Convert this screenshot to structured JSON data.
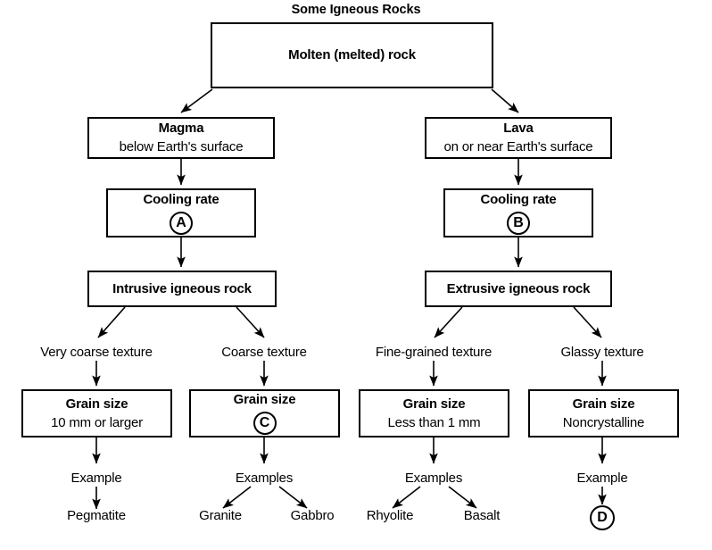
{
  "diagram": {
    "title": "Some Igneous Rocks",
    "root": {
      "label": "Molten (melted) rock"
    },
    "branches": [
      {
        "source": {
          "title": "Magma",
          "subtitle": "below Earth's surface"
        },
        "cooling": {
          "title": "Cooling rate",
          "value": "A"
        },
        "rock": {
          "label": "Intrusive igneous rock"
        },
        "textures": [
          {
            "texture": "Very coarse texture",
            "grain": {
              "title": "Grain size",
              "value": "10 mm or larger"
            },
            "example_label": "Example",
            "examples": [
              "Pegmatite"
            ]
          },
          {
            "texture": "Coarse texture",
            "grain": {
              "title": "Grain size",
              "value": "C"
            },
            "example_label": "Examples",
            "examples": [
              "Granite",
              "Gabbro"
            ]
          }
        ]
      },
      {
        "source": {
          "title": "Lava",
          "subtitle": "on or near Earth's surface"
        },
        "cooling": {
          "title": "Cooling rate",
          "value": "B"
        },
        "rock": {
          "label": "Extrusive igneous rock"
        },
        "textures": [
          {
            "texture": "Fine-grained texture",
            "grain": {
              "title": "Grain size",
              "value": "Less than 1 mm"
            },
            "example_label": "Examples",
            "examples": [
              "Rhyolite",
              "Basalt"
            ]
          },
          {
            "texture": "Glassy texture",
            "grain": {
              "title": "Grain size",
              "value": "Noncrystalline"
            },
            "example_label": "Example",
            "examples": [
              "D"
            ]
          }
        ]
      }
    ],
    "colors": {
      "line": "#000000",
      "background": "#ffffff",
      "text": "#000000"
    }
  }
}
